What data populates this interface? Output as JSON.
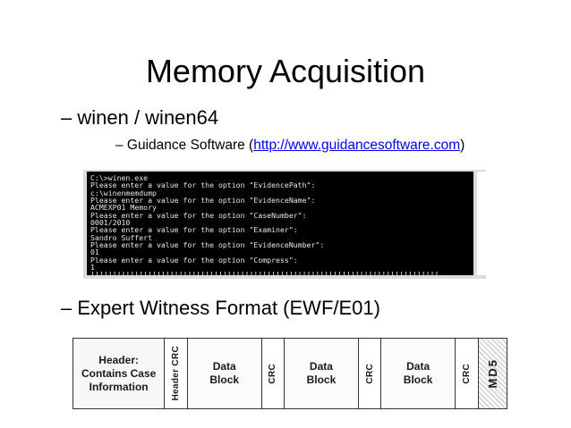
{
  "slide": {
    "title": "Memory Acquisition",
    "bullet_1": "– winen / winen64",
    "sub_bullet_prefix": "– Guidance Software (",
    "sub_bullet_link": "http://www.guidancesoftware.com",
    "sub_bullet_suffix": ")",
    "bullet_2": "– Expert Witness Format (EWF/E01)"
  },
  "terminal": {
    "lines": [
      "C:\\>winen.exe",
      "Please enter a value for the option \"EvidencePath\":",
      "c:\\winenmemdump",
      "Please enter a value for the option \"EvidenceName\":",
      "ACMEXP01 Memory",
      "Please enter a value for the option \"CaseNumber\":",
      "0001/2010",
      "Please enter a value for the option \"Examiner\":",
      "Sandro Suffert",
      "Please enter a value for the option \"EvidenceNumber\":",
      "01",
      "Please enter a value for the option \"Compress\":",
      "1",
      "!!!!!!!!!!!!!!!!!!!!!!!!!!!!!!!!!!!!!!!!!!!!!!!!!!!!!!!!!!!!!!!!!!!!!!!!!!!!!!!"
    ]
  },
  "ewf": {
    "header": "Header: Contains Case Information",
    "header_crc": "Header CRC",
    "data_1": "Data Block",
    "crc_1": "CRC",
    "data_2": "Data Block",
    "crc_2": "CRC",
    "data_3": "Data Block",
    "crc_3": "CRC",
    "md5": "MD5"
  }
}
